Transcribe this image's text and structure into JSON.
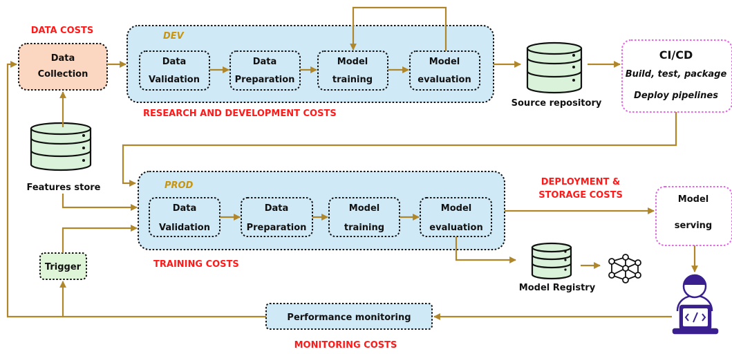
{
  "cost_labels": {
    "data": "DATA COSTS",
    "research": "RESEARCH AND DEVELOPMENT COSTS",
    "training": "TRAINING COSTS",
    "deployment_line1": "DEPLOYMENT &",
    "deployment_line2": "STORAGE COSTS",
    "monitoring": "MONITORING COSTS"
  },
  "data_collection": {
    "line1": "Data",
    "line2": "Collection"
  },
  "dev": {
    "label": "DEV",
    "steps": [
      {
        "line1": "Data",
        "line2": "Validation"
      },
      {
        "line1": "Data",
        "line2": "Preparation"
      },
      {
        "line1": "Model",
        "line2": "training"
      },
      {
        "line1": "Model",
        "line2": "evaluation"
      }
    ]
  },
  "prod": {
    "label": "PROD",
    "steps": [
      {
        "line1": "Data",
        "line2": "Validation"
      },
      {
        "line1": "Data",
        "line2": "Preparation"
      },
      {
        "line1": "Model",
        "line2": "training"
      },
      {
        "line1": "Model",
        "line2": "evaluation"
      }
    ]
  },
  "source_repository": "Source repository",
  "features_store": "Features store",
  "cicd": {
    "title": "CI/CD",
    "line1": "Build, test, package",
    "line2": "Deploy pipelines"
  },
  "model_serving": {
    "line1": "Model",
    "line2": "serving"
  },
  "model_registry": "Model Registry",
  "trigger": "Trigger",
  "performance_monitoring": "Performance monitoring",
  "colors": {
    "arrow": "#b0862b",
    "cost_text": "#ff1a1a",
    "group_fill": "#cfe9f7",
    "group_label": "#c9950c",
    "data_collection_fill": "#fbd6c1",
    "trigger_fill": "#dff5d8",
    "cicd_border": "#e066e0",
    "database_fill": "#d9f2d9"
  },
  "icons": [
    "database-icon",
    "neural-network-icon",
    "developer-laptop-icon"
  ]
}
